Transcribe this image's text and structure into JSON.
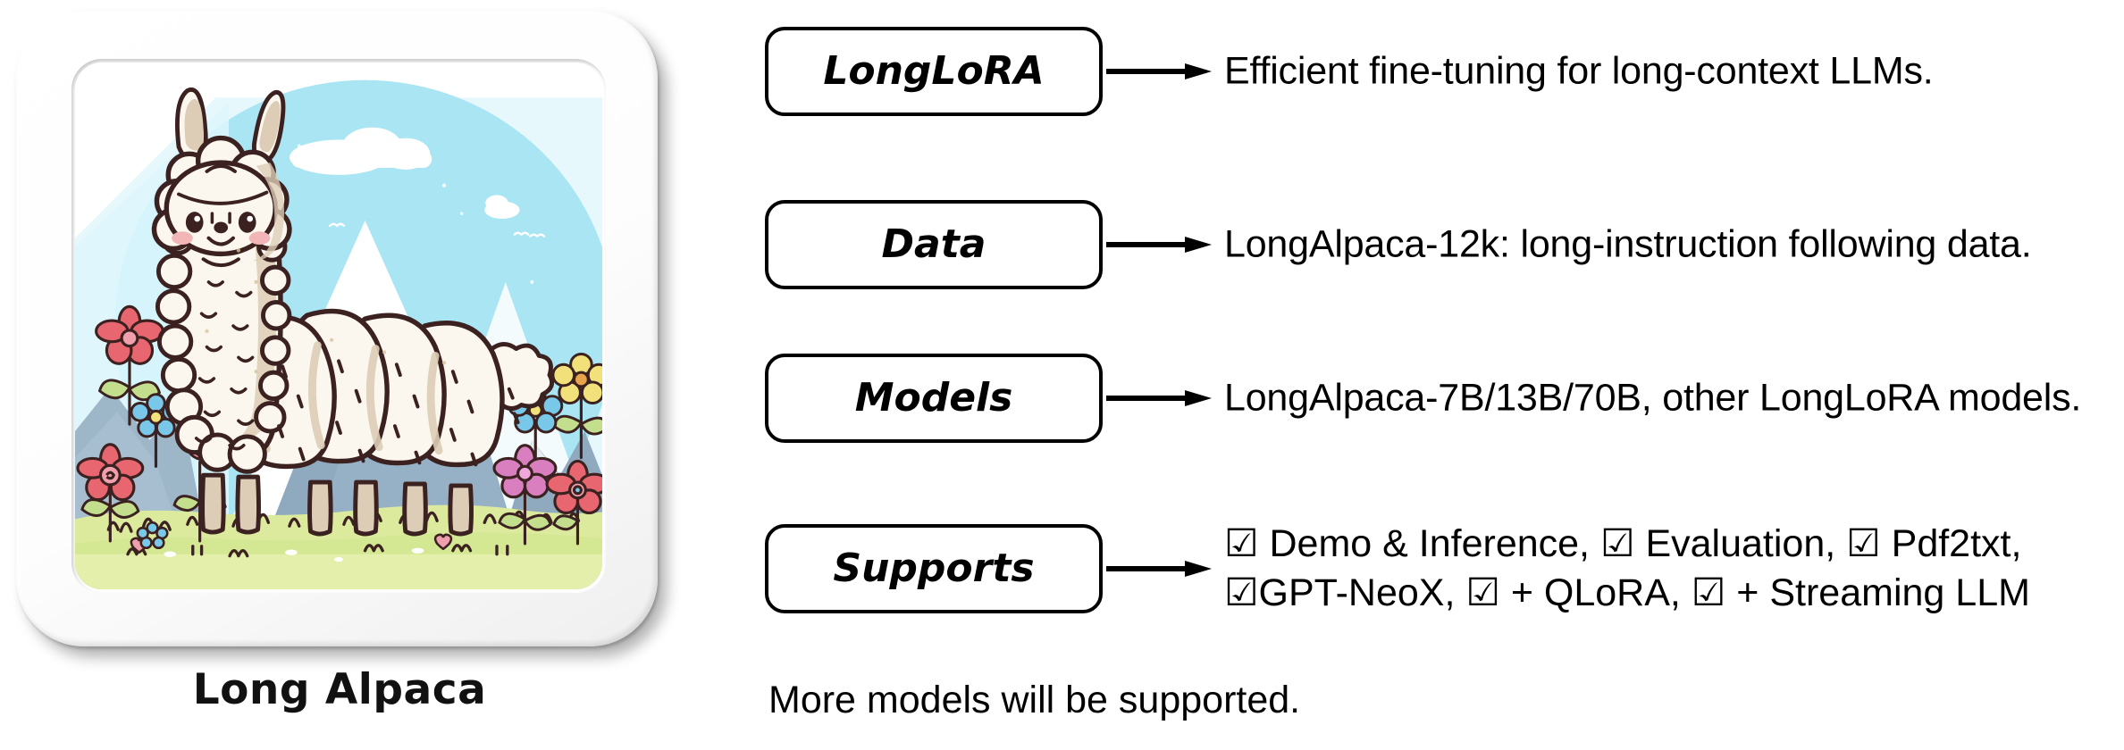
{
  "figure": {
    "caption": "Long Alpaca",
    "alt_name": "long-alpaca-illustration",
    "palette": {
      "sky": "#a9e5f3",
      "sky_pale": "#ddf5fb",
      "mountain": "#8fa9bf",
      "mountain_dark": "#7c97ad",
      "snow": "#ffffff",
      "grass": "#dcea9e",
      "grass_dark": "#c7dd7f",
      "fleece": "#fbf7ee",
      "fleece_shade": "#ddcdb6",
      "muzzle": "#d8c3a8",
      "outline": "#3b2221",
      "cheek": "#f3b6b8",
      "flower_red": "#e8666f",
      "flower_pink": "#d97fc0",
      "flower_blue": "#79c8ea",
      "flower_yellow": "#f2e07a",
      "leaf": "#c3de8c",
      "card_white": "#ffffff"
    }
  },
  "diagram": {
    "rows": [
      {
        "node": "LongLoRA",
        "description": "Efficient fine-tuning for long-context LLMs.",
        "lines": null
      },
      {
        "node": "Data",
        "description": "LongAlpaca-12k: long-instruction following data.",
        "lines": null
      },
      {
        "node": "Models",
        "description": "LongAlpaca-7B/13B/70B, other LongLoRA models.",
        "lines": null
      },
      {
        "node": "Supports",
        "description": null,
        "lines": [
          "☑ Demo & Inference, ☑ Evaluation, ☑ Pdf2txt,",
          "☑GPT-NeoX, ☑ + QLoRA, ☑ + Streaming LLM"
        ]
      }
    ],
    "footer_note": "More models will be supported.",
    "arrow_color": "#000000",
    "box_border_color": "#000000",
    "text_color": "#000000"
  }
}
